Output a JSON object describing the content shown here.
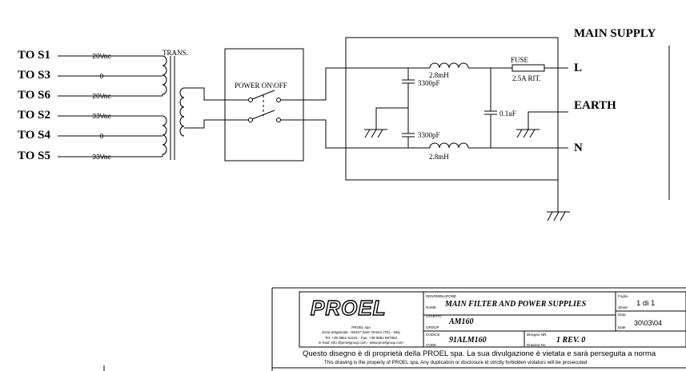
{
  "outputs": [
    {
      "name": "TO S1",
      "voltage": "20Vac"
    },
    {
      "name": "TO S3",
      "voltage": "0"
    },
    {
      "name": "TO S6",
      "voltage": "20Vac"
    },
    {
      "name": "TO S2",
      "voltage": "33Vac"
    },
    {
      "name": "TO S4",
      "voltage": "0"
    },
    {
      "name": "TO S5",
      "voltage": "33Vac"
    }
  ],
  "transformer_label": "TRANS.",
  "switch_label": "POWER ON\\OFF",
  "main_supply": {
    "title": "MAIN SUPPLY",
    "line": "L",
    "earth": "EARTH",
    "neutral": "N"
  },
  "filter": {
    "inductor_top": "2.8mH",
    "inductor_bottom": "2.8mH",
    "cap_y_top": "3300pF",
    "cap_y_bottom": "3300pF",
    "cap_x": "0.1uF",
    "fuse_label": "FUSE",
    "fuse_rating": "2.5A RIT."
  },
  "title_block": {
    "logo": "PROEL",
    "company": {
      "name": "PROEL spa",
      "address": "Zona artigianale - 64027 Sant' Omero (TE) - Italy",
      "phone": "Tel: +39 0861 81241 - Fax: +39 0861 887862",
      "email": "E-mail: info @proelgroup.com - www.proelgroup.com"
    },
    "field_labels": {
      "denominazione": "DENOMINAZIONE",
      "name": "NAME",
      "gruppo": "GRUPPO",
      "group": "GROUP",
      "codice": "CODICE",
      "code": "CODE",
      "disegno_nr": "Disegno NR.",
      "drawing_no": "Drawing No",
      "foglio": "Foglio",
      "sheet": "Sheet",
      "data": "Data",
      "date": "Date"
    },
    "name": "MAIN FILTER AND POWER SUPPLIES",
    "group": "AM160",
    "code": "91ALM160",
    "drawing_no": "1 REV. 0",
    "sheet": "1 di 1",
    "date": "30\\03\\04",
    "notice_it": "Questo disegno è di proprietà della PROEL spa. La sua divulgazione è vietata e sarà perseguita a norma",
    "notice_en": "This drawing is the property of PROEL spa. Any duplication or disclosure id strictly forbidden violators will be prosecuted"
  }
}
